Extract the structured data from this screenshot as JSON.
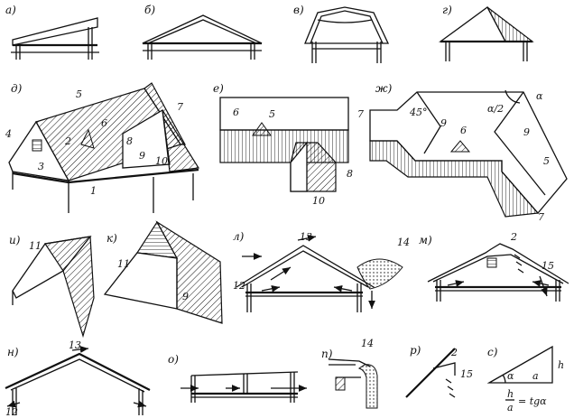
{
  "panel_labels": [
    "а)",
    "б)",
    "в)",
    "г)",
    "д)",
    "е)",
    "ж)",
    "и)",
    "к)",
    "л)",
    "м)",
    "н)",
    "о)",
    "п)",
    "р)",
    "с)"
  ],
  "numbers": {
    "d": [
      "1",
      "2",
      "3",
      "4",
      "5",
      "6",
      "7",
      "8",
      "9",
      "10"
    ],
    "e": [
      "6",
      "5",
      "7",
      "8",
      "10"
    ],
    "zh": [
      "45°",
      "9",
      "α/2",
      "α",
      "6",
      "9",
      "5",
      "7"
    ],
    "i": [
      "11"
    ],
    "k": [
      "11",
      "9"
    ],
    "l": [
      "13",
      "14",
      "12"
    ],
    "m": [
      "2",
      "15"
    ],
    "n": [
      "13",
      "12"
    ],
    "p": [
      "14"
    ],
    "r": [
      "2",
      "15"
    ],
    "s": [
      "α",
      "a",
      "h"
    ]
  },
  "formula": {
    "num": "h",
    "den": "a",
    "rhs": "= tgα"
  }
}
